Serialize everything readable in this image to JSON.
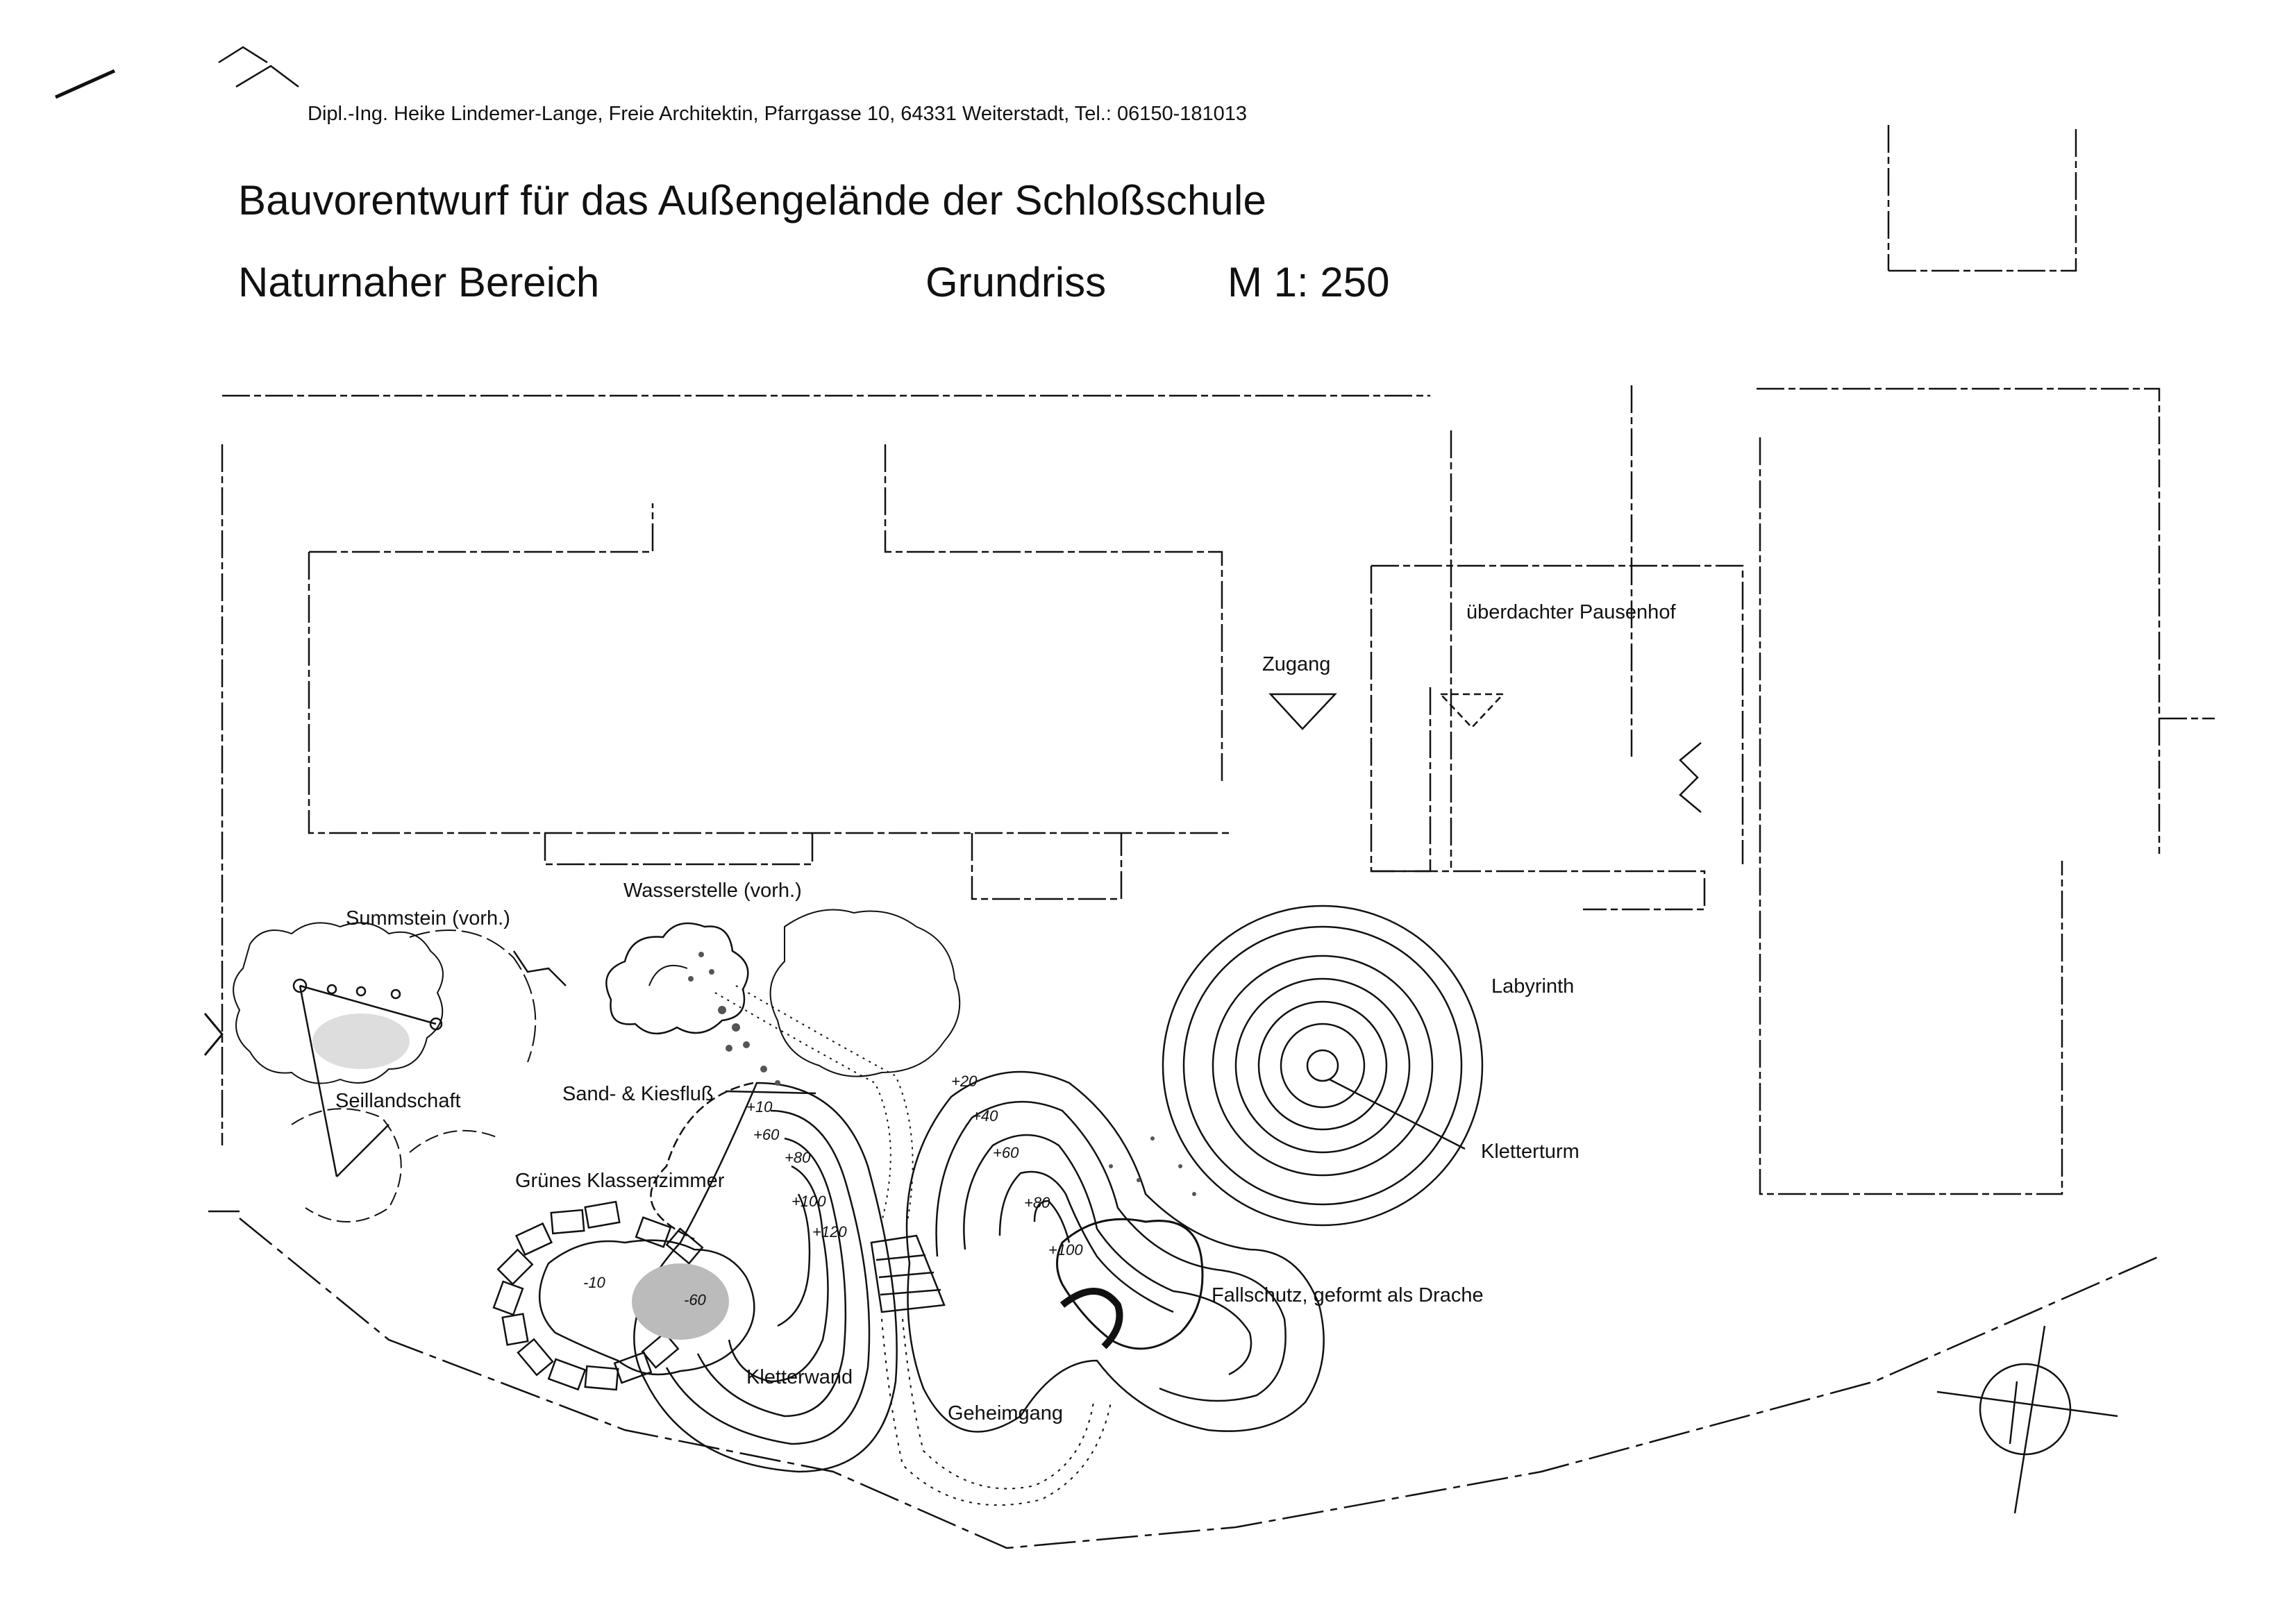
{
  "header": {
    "architect_line": "Dipl.-Ing. Heike Lindemer-Lange, Freie Architektin, Pfarrgasse 10, 64331 Weiterstadt, Tel.: 06150-181013"
  },
  "title": {
    "main": "Bauvorentwurf für das Außengelände  der Schloßschule",
    "area": "Naturnaher Bereich",
    "view": "Grundriss",
    "scale": "M 1: 250"
  },
  "labels": {
    "pausenhof": "überdachter Pausenhof",
    "zugang": "Zugang",
    "wasserstelle": "Wasserstelle (vorh.)",
    "summstein": "Summstein (vorh.)",
    "labyrinth": "Labyrinth",
    "seillandschaft": "Seillandschaft",
    "sand_kiesfluss": "Sand- & Kiesfluß",
    "kletterturm": "Kletterturm",
    "gruenes_klassenzimmer": "Grünes Klassenzimmer",
    "fallschutz": "Fallschutz, geformt als Drache",
    "kletterwand": "Kletterwand",
    "geheimgang": "Geheimgang"
  },
  "contour_labels": [
    "+10",
    "+60",
    "+80",
    "+100",
    "+120",
    "+20",
    "+40",
    "+60",
    "+80",
    "+100",
    "-10",
    "-60"
  ],
  "colors": {
    "ink": "#111111",
    "paper": "#ffffff",
    "stipple": "#555555"
  }
}
